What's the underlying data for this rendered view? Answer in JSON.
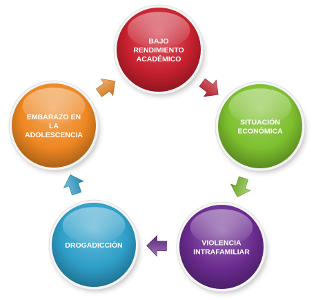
{
  "nodes": [
    {
      "id": "bajo-rendimiento",
      "lines": [
        "BAJO",
        "RENDIMIENTO",
        "ACADÉMICO"
      ],
      "color": "#C8202E"
    },
    {
      "id": "situacion-economica",
      "lines": [
        "SITUACIÓN",
        "ECONÓMICA"
      ],
      "color": "#7DBF2E"
    },
    {
      "id": "violencia-intrafamiliar",
      "lines": [
        "VIOLENCIA",
        "INTRAFAMILIAR"
      ],
      "color": "#6A2B8F"
    },
    {
      "id": "drogadiccion",
      "lines": [
        "DROGADICCIÓN"
      ],
      "color": "#2E9FC9"
    },
    {
      "id": "embarazo-adolescencia",
      "lines": [
        "EMBARAZO EN",
        "LA",
        "ADOLESCENCIA"
      ],
      "color": "#EE8722"
    }
  ],
  "arrows": [
    {
      "from": "bajo-rendimiento",
      "to": "situacion-economica",
      "color": "#C8202E"
    },
    {
      "from": "situacion-economica",
      "to": "violencia-intrafamiliar",
      "color": "#7DBF2E"
    },
    {
      "from": "violencia-intrafamiliar",
      "to": "drogadiccion",
      "color": "#6A2B8F"
    },
    {
      "from": "drogadiccion",
      "to": "embarazo-adolescencia",
      "color": "#2E9FC9"
    },
    {
      "from": "embarazo-adolescencia",
      "to": "bajo-rendimiento",
      "color": "#EE8722"
    }
  ]
}
